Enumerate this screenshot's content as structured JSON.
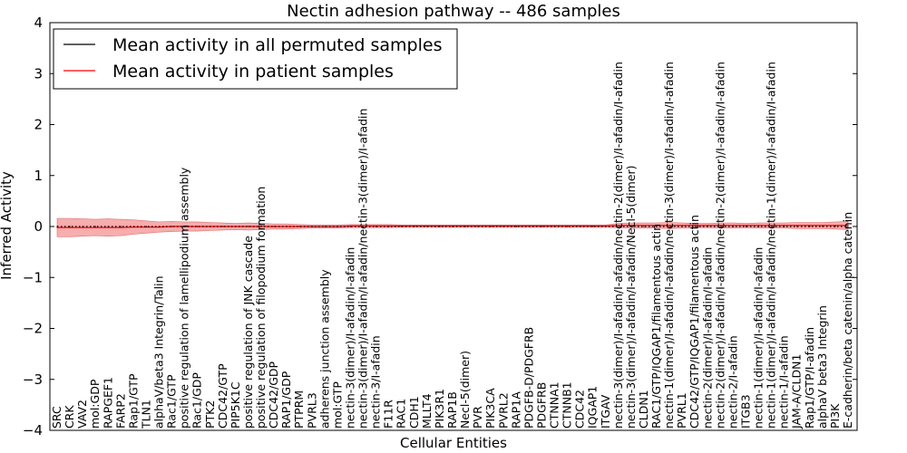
{
  "chart_data": {
    "type": "line",
    "title": "Nectin adhesion pathway -- 486 samples",
    "xlabel": "Cellular Entities",
    "ylabel": "Inferred Activity",
    "ylim": [
      -4,
      4
    ],
    "yticks": [
      "−4",
      "−3",
      "−2",
      "−1",
      "0",
      "1",
      "2",
      "3",
      "4"
    ],
    "grid": false,
    "legend_position": "top-left",
    "categories": [
      "SRC",
      "CRK",
      "VAV2",
      "mol:GDP",
      "RAPGEF1",
      "FARP2",
      "Rap1/GTP",
      "TLN1",
      "alphaV/beta3 Integrin/Talin",
      "Rac1/GTP",
      "positive regulation of lamellipodium assembly",
      "Rac1/GDP",
      "PTK2",
      "CDC42/GTP",
      "PIP5K1C",
      "positive regulation of JNK cascade",
      "positive regulation of filopodium formation",
      "CDC42/GDP",
      "RAP1/GDP",
      "PTPRM",
      "PVRL3",
      "adherens junction assembly",
      "mol:GTP",
      "nectin-3(dimer)/I-afadin/I-afadin",
      "nectin-3(dimer)/I-afadin/I-afadin/nectin-3(dimer)/I-afadin",
      "nectin-3/I-afadin",
      "F11R",
      "RAC1",
      "CDH1",
      "MLLT4",
      "PIK3R1",
      "RAP1B",
      "Necl-5(dimer)",
      "PVR",
      "PIK3CA",
      "PVRL2",
      "RAP1A",
      "PDGFB-D/PDGFRB",
      "PDGFRB",
      "CTNNA1",
      "CTNNB1",
      "CDC42",
      "IQGAP1",
      "ITGAV",
      "nectin-3(dimer)/I-afadin/I-afadin/nectin-2(dimer)/I-afadin/I-afadin",
      "nectin-3(dimer)/I-afadin/I-afadin/Necl-5(dimer)",
      "CLDN1",
      "RAC1/GTP/IQGAP1/filamentous actin",
      "nectin-1(dimer)/I-afadin/I-afadin/nectin-3(dimer)/I-afadin/I-afadin",
      "PVRL1",
      "CDC42/GTP/IQGAP1/filamentous actin",
      "nectin-2(dimer)/I-afadin/I-afadin",
      "nectin-2(dimer)/I-afadin/I-afadin/nectin-2(dimer)/I-afadin/I-afadin",
      "nectin-2/I-afadin",
      "ITGB3",
      "nectin-1(dimer)/I-afadin/I-afadin",
      "nectin-1(dimer)/I-afadin/I-afadin/nectin-1(dimer)/I-afadin/I-afadin",
      "nectin-1/I-afadin",
      "JAM-A/CLDN1",
      "Rap1/GTP/I-afadin",
      "alphaV beta3 Integrin",
      "PI3K",
      "E-cadherin/beta catenin/alpha catenin"
    ],
    "series": [
      {
        "name": "Mean activity in all permuted samples",
        "color": "#000000",
        "style": "dotted",
        "values": [
          0,
          0,
          0,
          0,
          0,
          0,
          0,
          0,
          0,
          0,
          0,
          0,
          0,
          0,
          0,
          0,
          0,
          0,
          0,
          0,
          0,
          0,
          0,
          0,
          0,
          0,
          0,
          0,
          0,
          0,
          0,
          0,
          0,
          0,
          0,
          0,
          0,
          0,
          0,
          0,
          0,
          0,
          0,
          0,
          0,
          0,
          0,
          0,
          0,
          0,
          0,
          0,
          0,
          0,
          0,
          0,
          0,
          0,
          0,
          0,
          0,
          0,
          0
        ],
        "band": [
          0.04,
          0.04,
          0.04,
          0.04,
          0.04,
          0.04,
          0.04,
          0.04,
          0.04,
          0.04,
          0.04,
          0.04,
          0.04,
          0.04,
          0.04,
          0.04,
          0.04,
          0.04,
          0.04,
          0.04,
          0.04,
          0.04,
          0.04,
          0.04,
          0.04,
          0.04,
          0.04,
          0.04,
          0.04,
          0.04,
          0.04,
          0.04,
          0.04,
          0.04,
          0.04,
          0.04,
          0.04,
          0.04,
          0.04,
          0.04,
          0.04,
          0.04,
          0.04,
          0.04,
          0.04,
          0.04,
          0.04,
          0.04,
          0.04,
          0.04,
          0.04,
          0.04,
          0.04,
          0.04,
          0.04,
          0.04,
          0.04,
          0.04,
          0.04,
          0.04,
          0.04,
          0.04,
          0.04
        ],
        "band_color": "#dcdcf0"
      },
      {
        "name": "Mean activity in patient samples",
        "color": "#ff0000",
        "style": "solid",
        "values": [
          -0.02,
          -0.02,
          -0.02,
          -0.02,
          -0.02,
          -0.02,
          -0.01,
          -0.01,
          -0.01,
          0,
          0,
          0,
          0,
          0,
          0,
          0,
          0,
          0,
          0,
          0,
          0,
          0,
          0,
          0.01,
          0.01,
          0.01,
          0.01,
          0.01,
          0.01,
          0.01,
          0.01,
          0.01,
          0.01,
          0.01,
          0.01,
          0.01,
          0.01,
          0.01,
          0.01,
          0.01,
          0.01,
          0.01,
          0.01,
          0.01,
          0.02,
          0.02,
          0.02,
          0.02,
          0.02,
          0.02,
          0.02,
          0.02,
          0.02,
          0.02,
          0.02,
          0.02,
          0.02,
          0.02,
          0.02,
          0.02,
          0.02,
          0.02,
          0.02
        ],
        "band": [
          0.18,
          0.18,
          0.17,
          0.16,
          0.17,
          0.16,
          0.14,
          0.12,
          0.1,
          0.1,
          0.09,
          0.09,
          0.08,
          0.07,
          0.06,
          0.07,
          0.06,
          0.05,
          0.05,
          0.04,
          0.03,
          0.03,
          0.03,
          0.03,
          0.03,
          0.03,
          0.03,
          0.02,
          0.02,
          0.02,
          0.02,
          0.02,
          0.02,
          0.02,
          0.02,
          0.02,
          0.02,
          0.02,
          0.02,
          0.02,
          0.02,
          0.02,
          0.02,
          0.02,
          0.04,
          0.05,
          0.05,
          0.05,
          0.06,
          0.05,
          0.04,
          0.04,
          0.05,
          0.05,
          0.04,
          0.05,
          0.05,
          0.05,
          0.06,
          0.06,
          0.06,
          0.07,
          0.08
        ],
        "band_color": "#f4a0a0"
      }
    ]
  }
}
